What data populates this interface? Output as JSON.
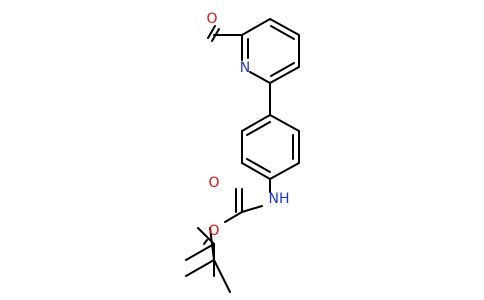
{
  "colors": {
    "bond": "#000000",
    "oxygen": "#e0120a",
    "nitrogen": "#1d36d4",
    "background": "#ffffff"
  },
  "atoms": {
    "aldehyde_o": "O",
    "pyridine_n": "N",
    "amide_nh": "NH",
    "carbonyl_o": "O",
    "ester_o": "O"
  }
}
